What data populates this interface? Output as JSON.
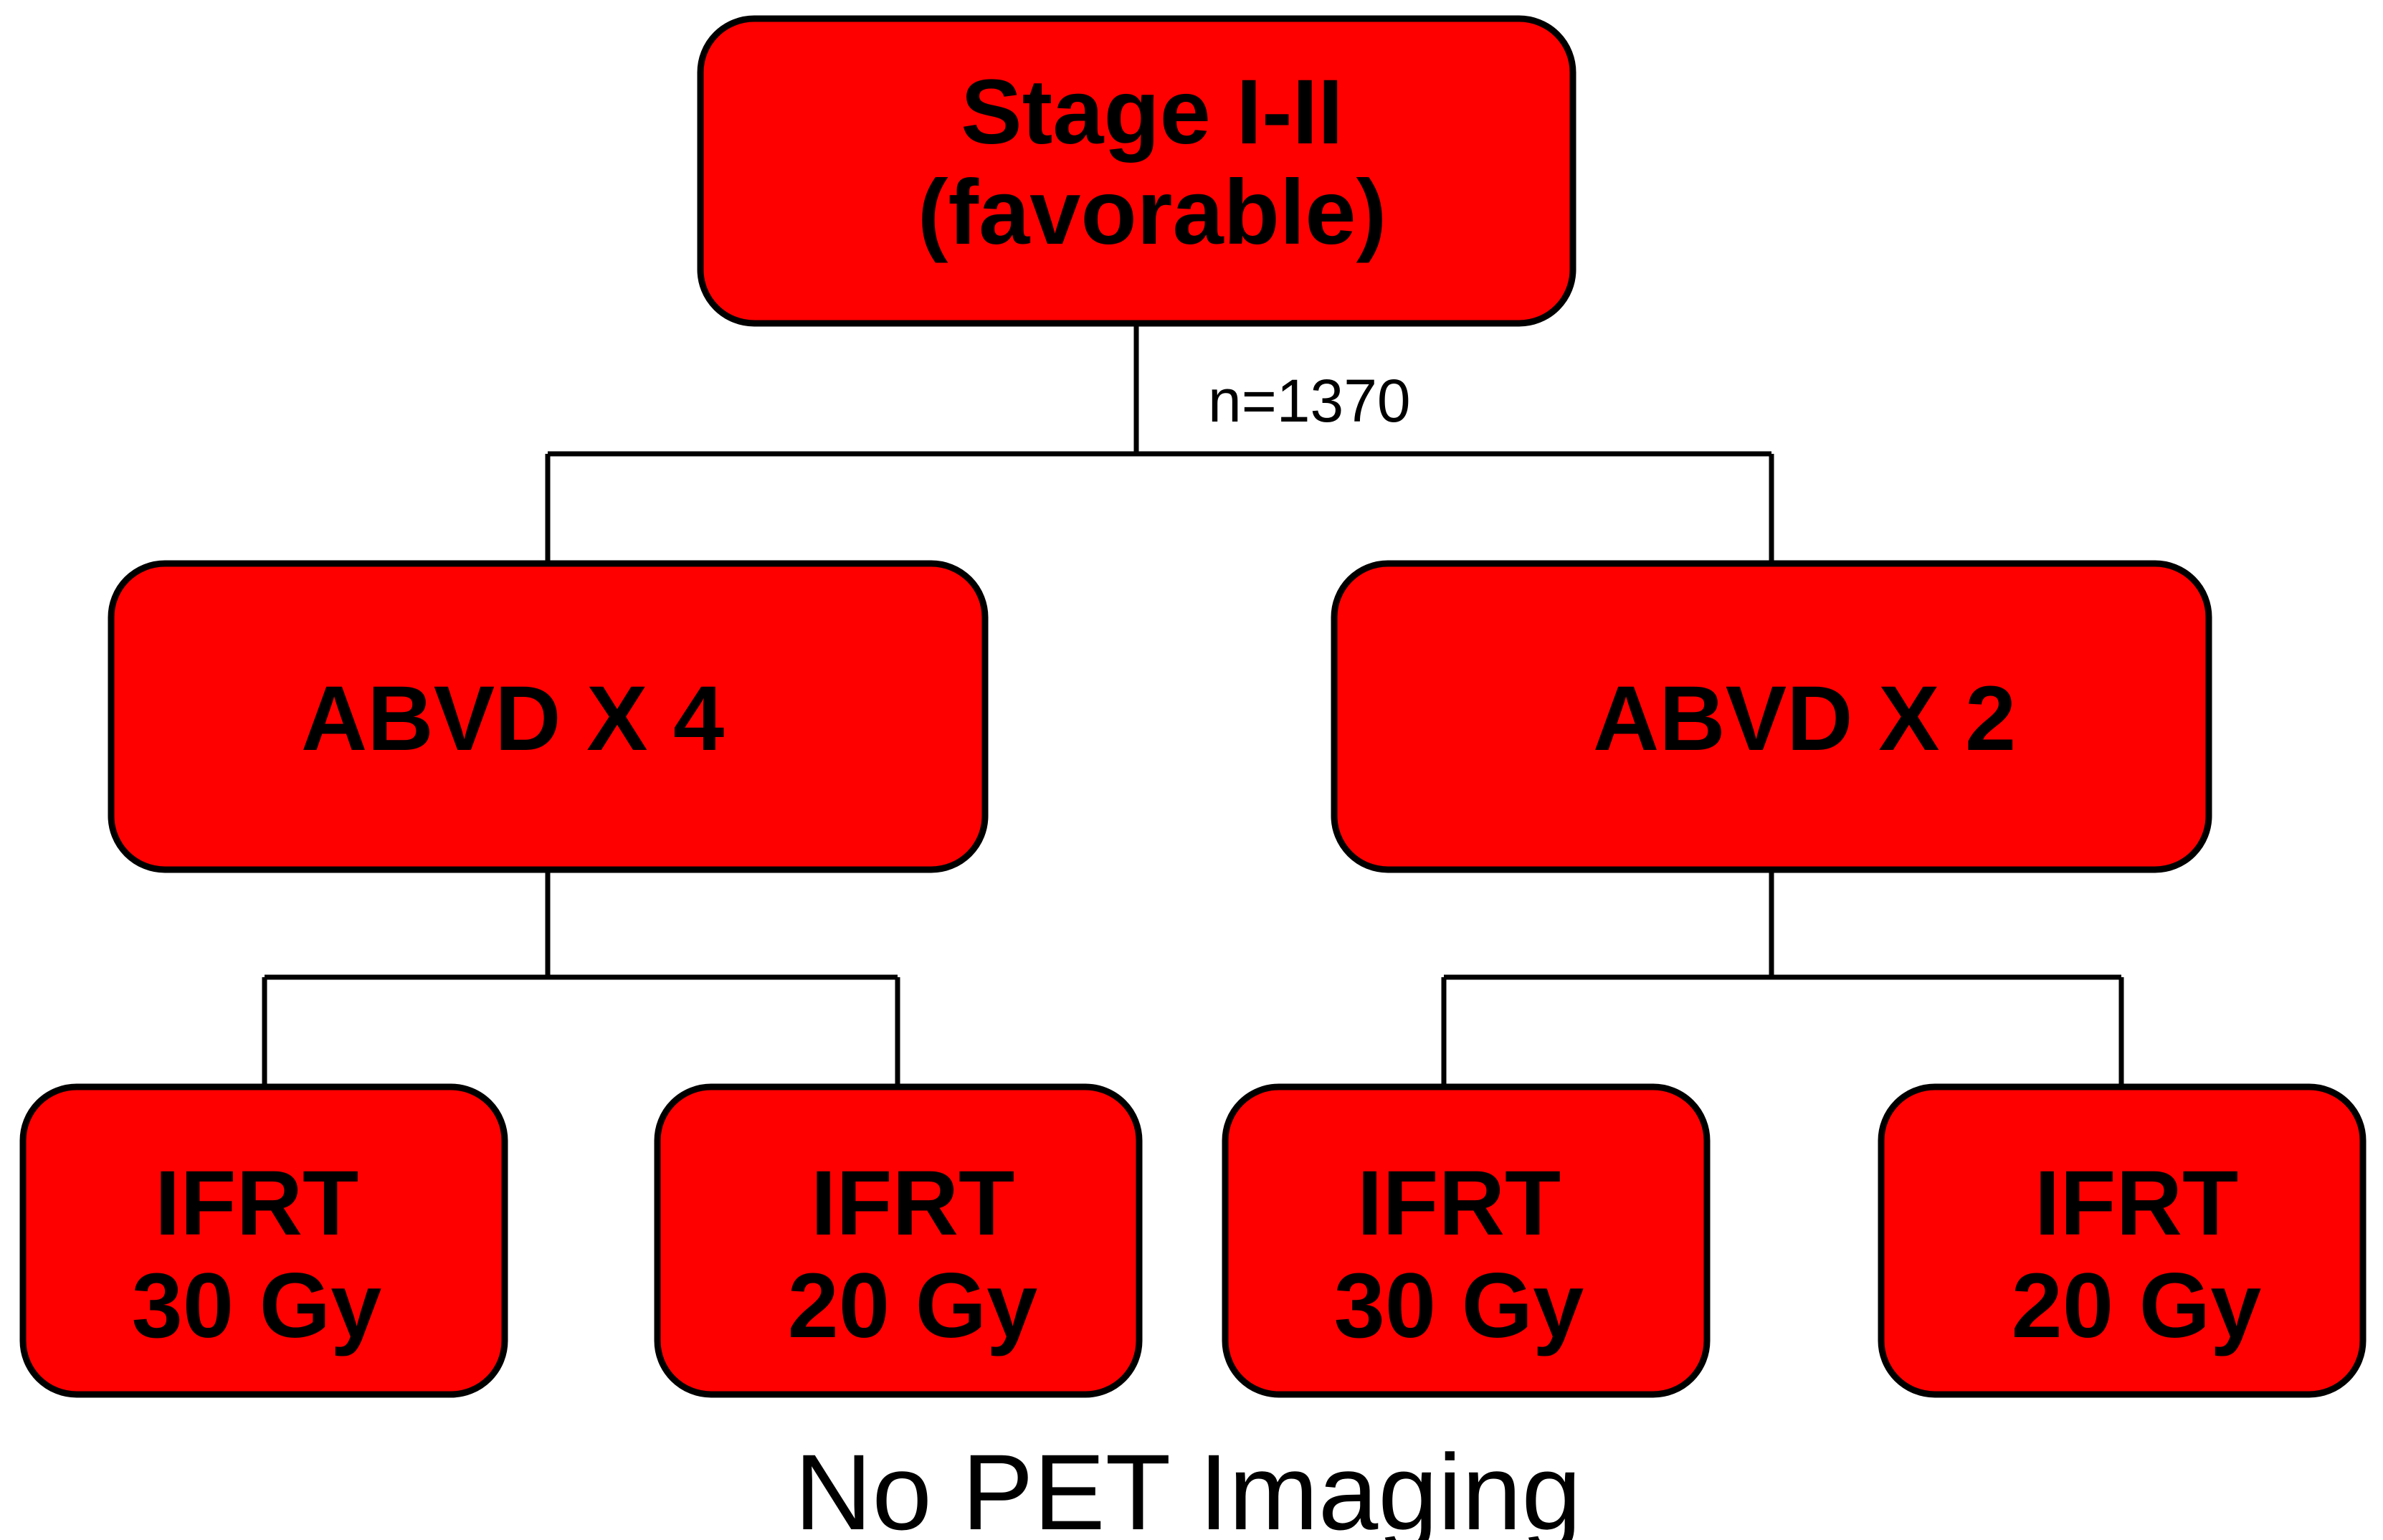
{
  "colors": {
    "box_fill": "#ff0000",
    "stroke": "#000000"
  },
  "root": {
    "line1": "Stage I-II",
    "line2": "(favorable)"
  },
  "n_label": "n=1370",
  "arms": [
    {
      "label": "ABVD X 4",
      "children": [
        {
          "line1": "IFRT",
          "line2": "30 Gy"
        },
        {
          "line1": "IFRT",
          "line2": "20 Gy"
        }
      ]
    },
    {
      "label": "ABVD X 2",
      "children": [
        {
          "line1": "IFRT",
          "line2": "30 Gy"
        },
        {
          "line1": "IFRT",
          "line2": "20 Gy"
        }
      ]
    }
  ],
  "caption": "No PET Imaging"
}
